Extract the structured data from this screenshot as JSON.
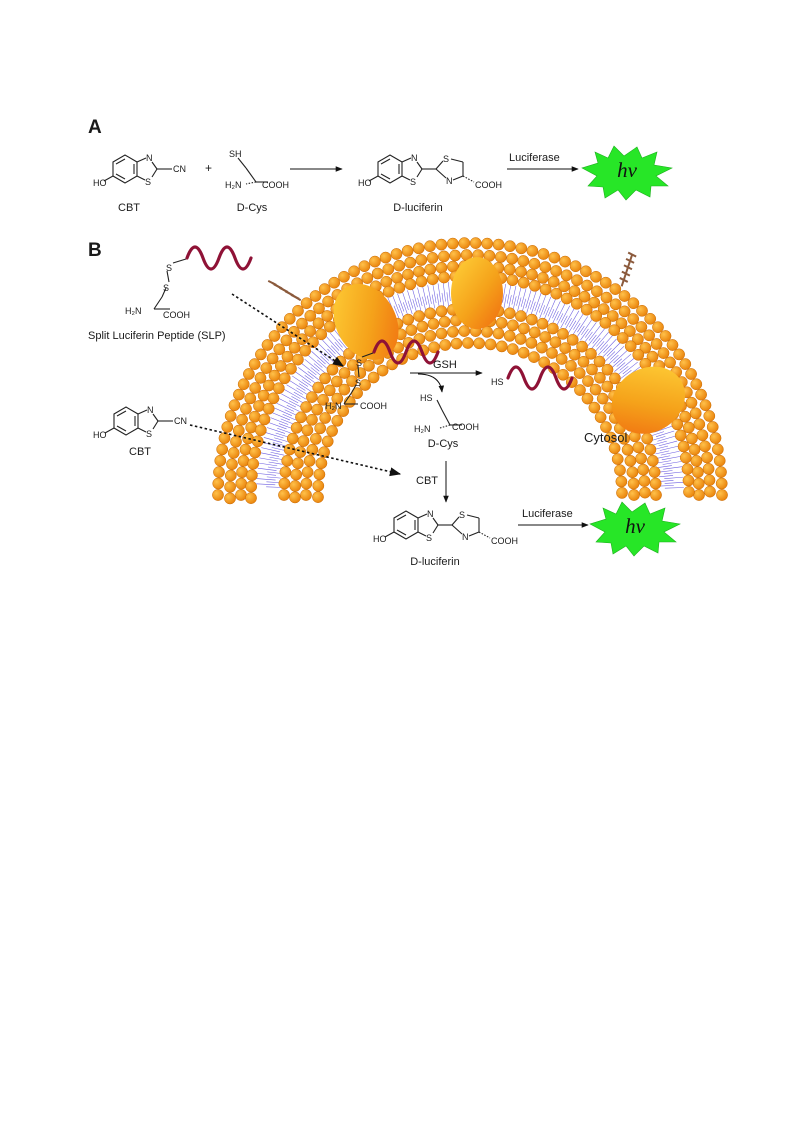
{
  "panel_a": {
    "label": "A",
    "cbt_caption": "CBT",
    "dcys_caption": "D-Cys",
    "luciferin_caption": "D-luciferin",
    "plus_sign": "+",
    "enzyme_label": "Luciferase",
    "light_label": "hv",
    "atoms": {
      "cbt_ho": "HO",
      "cbt_n": "N",
      "cbt_s": "S",
      "cbt_cn": "CN",
      "dcys_sh": "SH",
      "dcys_h2n": "H₂N",
      "dcys_cooh": "COOH",
      "luc_ho": "HO",
      "luc_n1": "N",
      "luc_s1": "S",
      "luc_s2": "S",
      "luc_n2": "N",
      "luc_cooh": "COOH"
    }
  },
  "panel_b": {
    "label": "B",
    "slp_caption": "Split Luciferin Peptide (SLP)",
    "cbt_caption": "CBT",
    "gsh_label": "GSH",
    "dcys_caption": "D-Cys",
    "cbt_arrow_label": "CBT",
    "luciferin_caption": "D-luciferin",
    "enzyme_label": "Luciferase",
    "light_label": "hv",
    "cytosol_label": "Cytosol",
    "atoms": {
      "slp_s1": "S",
      "slp_s2": "S",
      "slp_h2n": "H₂N",
      "slp_cooh": "COOH",
      "cbt_ho": "HO",
      "cbt_n": "N",
      "cbt_s": "S",
      "cbt_cn": "CN",
      "in_s1": "S",
      "in_s2": "S",
      "in_h2n": "H₂N",
      "in_cooh": "COOH",
      "hs_peptide": "HS",
      "dcys_hs": "HS",
      "dcys_h2n": "H₂N",
      "dcys_cooh": "COOH",
      "luc_ho": "HO",
      "luc_n1": "N",
      "luc_s1": "S",
      "luc_s2": "S",
      "luc_n2": "N",
      "luc_cooh": "COOH"
    }
  },
  "colors": {
    "lipid_head": "#f0960e",
    "lipid_tail": "#6c5de0",
    "protein": "#f5a21a",
    "peptide": "#8f1236",
    "glycan": "#8b5a3c",
    "burst": "#27e627"
  }
}
